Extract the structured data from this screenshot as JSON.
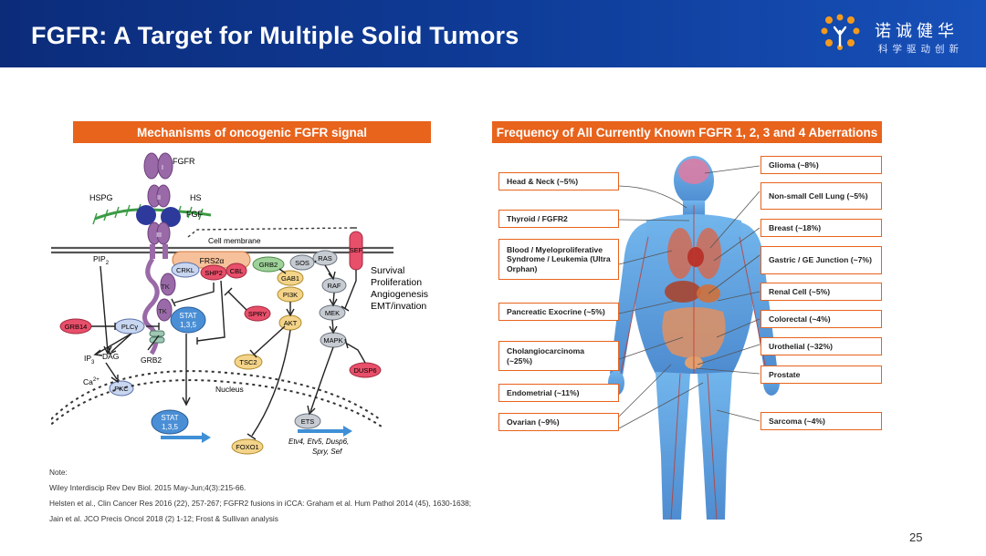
{
  "header": {
    "title": "FGFR: A Target for Multiple Solid Tumors"
  },
  "brand": {
    "name_cn": "诺诚健华",
    "slogan_cn": "科学驱动创新",
    "colors": {
      "header": "#0f3d9a",
      "accent": "#e8631c"
    }
  },
  "left_panel": {
    "title": "Mechanisms of oncogenic FGFR signal",
    "labels": {
      "fgfr": "FGFR",
      "i": "I",
      "ii": "II",
      "iii": "III",
      "hspg": "HSPG",
      "hs": "HS",
      "fgf": "FGF",
      "cell_membrane": "Cell membrane",
      "pip2": "PIP",
      "pip2_sub": "2",
      "tk1": "TK",
      "tk2": "TK",
      "frs2a": "FRS2α",
      "crkl": "CRKL",
      "shp2": "SHP2",
      "cbl": "CBL",
      "grb2_top": "GRB2",
      "sos": "SOS",
      "ras": "RAS",
      "sef": "SEF",
      "gab1": "GAB1",
      "raf": "RAF",
      "pi3k": "PI3K",
      "spry": "SPRY",
      "akt": "AKT",
      "mek": "MEK",
      "mapk": "MAPK",
      "stat_upper1": "STAT",
      "stat_upper2": "1,3,5",
      "grb14": "GRB14",
      "plcg": "PLCγ",
      "ip3": "IP",
      "ip3_sub": "3",
      "dag": "DAG",
      "grb2_low": "GRB2",
      "ca": "Ca",
      "ca_sup": "2+",
      "pkc": "PKC",
      "tsc2": "TSC2",
      "dusp6": "DUSP6",
      "nucleus": "Nucleus",
      "stat_lower1": "STAT",
      "stat_lower2": "1,3,5",
      "foxo1": "FOXO1",
      "ets": "ETS",
      "targets1": "Etv4, Etv5, Dusp6,",
      "targets2": "Spry, Sef",
      "outcomes": [
        "Survival",
        "Proliferation",
        "Angiogenesis",
        "EMT/invation"
      ]
    }
  },
  "right_panel": {
    "title": "Frequency of All Currently Known FGFR 1, 2, 3 and 4 Aberrations",
    "left_tags": [
      "Head & Neck (~5%)",
      "Thyroid / FGFR2",
      "Blood / Myeloproliferative Syndrome / Leukemia (Ultra Orphan)",
      "Pancreatic Exocrine (~5%)",
      "Cholangiocarcinoma (~25%)",
      "Endometrial (~11%)",
      "Ovarian (~9%)"
    ],
    "right_tags": [
      "Glioma (~8%)",
      "Non-small Cell Lung (~5%)",
      "Breast (~18%)",
      "Gastric / GE Junction (~7%)",
      "Renal Cell (~5%)",
      "Colorectal (~4%)",
      "Urothelial (~32%)",
      "Prostate",
      "Sarcoma (~4%)"
    ]
  },
  "notes": {
    "heading": "Note:",
    "lines": [
      "Wiley Interdiscip Rev Dev Biol. 2015 May-Jun;4(3):215-66.",
      "Helsten et al., Clin Cancer Res 2016 (22), 257-267; FGFR2 fusions in iCCA: Graham et al. Hum Pathol 2014 (45), 1630-1638;",
      "Jain et al. JCO Precis Oncol 2018 (2) 1-12; Frost & Sullivan analysis"
    ]
  },
  "page_number": "25"
}
